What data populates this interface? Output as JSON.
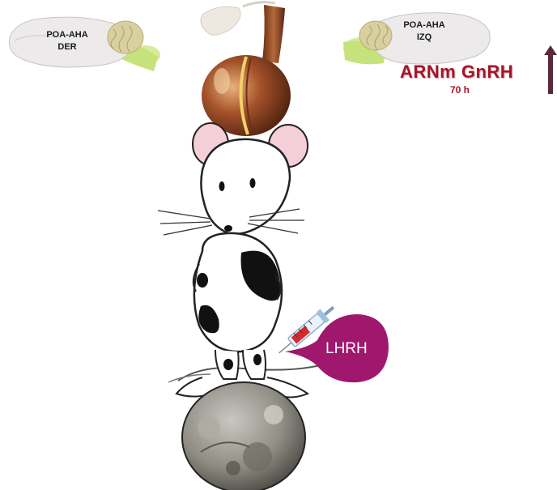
{
  "brains": {
    "left": {
      "line1": "POA-AHA",
      "line2": "DER"
    },
    "right": {
      "line1": "POA-AHA",
      "line2": "IZQ"
    }
  },
  "result": {
    "label": "ARNm GnRH",
    "time": "70 h",
    "direction": "up",
    "color": "#a3172a",
    "arrow_color": "#5b2a3a"
  },
  "injection": {
    "label": "LHRH",
    "bubble_color": "#a0176e"
  },
  "icons": [
    "brain-icon",
    "pituitary-icon",
    "mouse-icon",
    "syringe-icon",
    "ovary-icon",
    "up-arrow-icon"
  ]
}
